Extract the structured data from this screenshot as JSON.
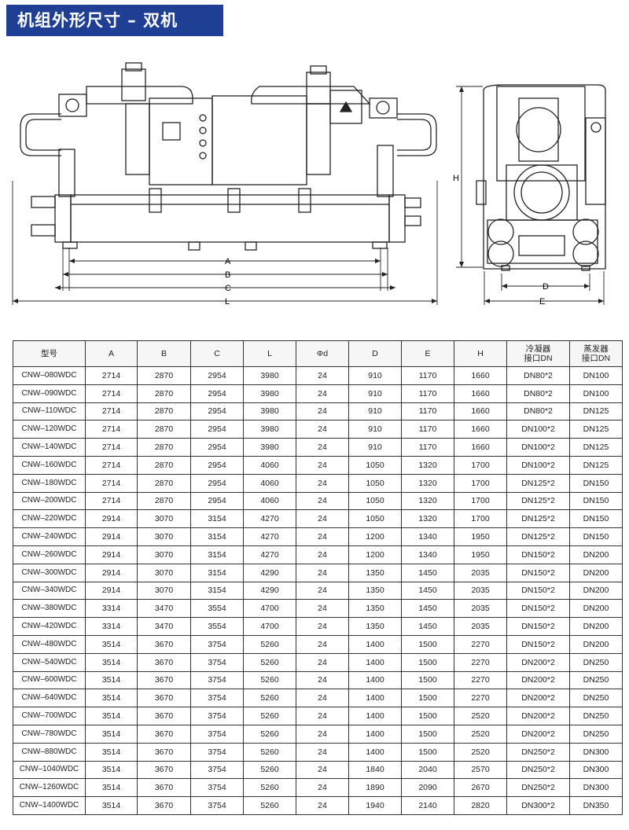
{
  "title": "机组外形尺寸 – 双机",
  "dim_labels": {
    "A": "A",
    "B": "B",
    "C": "C",
    "L": "L",
    "H": "H",
    "D": "D",
    "E": "E"
  },
  "table": {
    "headers": [
      "型号",
      "A",
      "B",
      "C",
      "L",
      "Φd",
      "D",
      "E",
      "H",
      "冷凝器\n接口DN",
      "蒸发器\n接口DN"
    ],
    "header_lines": {
      "cond_1": "冷凝器",
      "cond_2": "接口DN",
      "evap_1": "蒸发器",
      "evap_2": "接口DN"
    },
    "rows": [
      [
        "CNW–080WDC",
        "2714",
        "2870",
        "2954",
        "3980",
        "24",
        "910",
        "1170",
        "1660",
        "DN80*2",
        "DN100"
      ],
      [
        "CNW–090WDC",
        "2714",
        "2870",
        "2954",
        "3980",
        "24",
        "910",
        "1170",
        "1660",
        "DN80*2",
        "DN100"
      ],
      [
        "CNW–110WDC",
        "2714",
        "2870",
        "2954",
        "3980",
        "24",
        "910",
        "1170",
        "1660",
        "DN80*2",
        "DN125"
      ],
      [
        "CNW–120WDC",
        "2714",
        "2870",
        "2954",
        "3980",
        "24",
        "910",
        "1170",
        "1660",
        "DN100*2",
        "DN125"
      ],
      [
        "CNW–140WDC",
        "2714",
        "2870",
        "2954",
        "3980",
        "24",
        "910",
        "1170",
        "1660",
        "DN100*2",
        "DN125"
      ],
      [
        "CNW–160WDC",
        "2714",
        "2870",
        "2954",
        "4060",
        "24",
        "1050",
        "1320",
        "1700",
        "DN100*2",
        "DN125"
      ],
      [
        "CNW–180WDC",
        "2714",
        "2870",
        "2954",
        "4060",
        "24",
        "1050",
        "1320",
        "1700",
        "DN125*2",
        "DN150"
      ],
      [
        "CNW–200WDC",
        "2714",
        "2870",
        "2954",
        "4060",
        "24",
        "1050",
        "1320",
        "1700",
        "DN125*2",
        "DN150"
      ],
      [
        "CNW–220WDC",
        "2914",
        "3070",
        "3154",
        "4270",
        "24",
        "1050",
        "1320",
        "1700",
        "DN125*2",
        "DN150"
      ],
      [
        "CNW–240WDC",
        "2914",
        "3070",
        "3154",
        "4270",
        "24",
        "1200",
        "1340",
        "1950",
        "DN125*2",
        "DN150"
      ],
      [
        "CNW–260WDC",
        "2914",
        "3070",
        "3154",
        "4270",
        "24",
        "1200",
        "1340",
        "1950",
        "DN150*2",
        "DN200"
      ],
      [
        "CNW–300WDC",
        "2914",
        "3070",
        "3154",
        "4290",
        "24",
        "1350",
        "1450",
        "2035",
        "DN150*2",
        "DN200"
      ],
      [
        "CNW–340WDC",
        "2914",
        "3070",
        "3154",
        "4290",
        "24",
        "1350",
        "1450",
        "2035",
        "DN150*2",
        "DN200"
      ],
      [
        "CNW–380WDC",
        "3314",
        "3470",
        "3554",
        "4700",
        "24",
        "1350",
        "1450",
        "2035",
        "DN150*2",
        "DN200"
      ],
      [
        "CNW–420WDC",
        "3314",
        "3470",
        "3554",
        "4700",
        "24",
        "1350",
        "1450",
        "2035",
        "DN150*2",
        "DN200"
      ],
      [
        "CNW–480WDC",
        "3514",
        "3670",
        "3754",
        "5260",
        "24",
        "1400",
        "1500",
        "2270",
        "DN150*2",
        "DN200"
      ],
      [
        "CNW–540WDC",
        "3514",
        "3670",
        "3754",
        "5260",
        "24",
        "1400",
        "1500",
        "2270",
        "DN200*2",
        "DN250"
      ],
      [
        "CNW–600WDC",
        "3514",
        "3670",
        "3754",
        "5260",
        "24",
        "1400",
        "1500",
        "2270",
        "DN200*2",
        "DN250"
      ],
      [
        "CNW–640WDC",
        "3514",
        "3670",
        "3754",
        "5260",
        "24",
        "1400",
        "1500",
        "2270",
        "DN200*2",
        "DN250"
      ],
      [
        "CNW–700WDC",
        "3514",
        "3670",
        "3754",
        "5260",
        "24",
        "1400",
        "1500",
        "2520",
        "DN200*2",
        "DN250"
      ],
      [
        "CNW–780WDC",
        "3514",
        "3670",
        "3754",
        "5260",
        "24",
        "1400",
        "1500",
        "2520",
        "DN200*2",
        "DN250"
      ],
      [
        "CNW–880WDC",
        "3514",
        "3670",
        "3754",
        "5260",
        "24",
        "1400",
        "1500",
        "2520",
        "DN250*2",
        "DN300"
      ],
      [
        "CNW–1040WDC",
        "3514",
        "3670",
        "3754",
        "5260",
        "24",
        "1840",
        "2040",
        "2570",
        "DN250*2",
        "DN300"
      ],
      [
        "CNW–1260WDC",
        "3514",
        "3670",
        "3754",
        "5260",
        "24",
        "1890",
        "2090",
        "2670",
        "DN250*2",
        "DN300"
      ],
      [
        "CNW–1400WDC",
        "3514",
        "3670",
        "3754",
        "5260",
        "24",
        "1940",
        "2140",
        "2820",
        "DN300*2",
        "DN350"
      ]
    ]
  }
}
